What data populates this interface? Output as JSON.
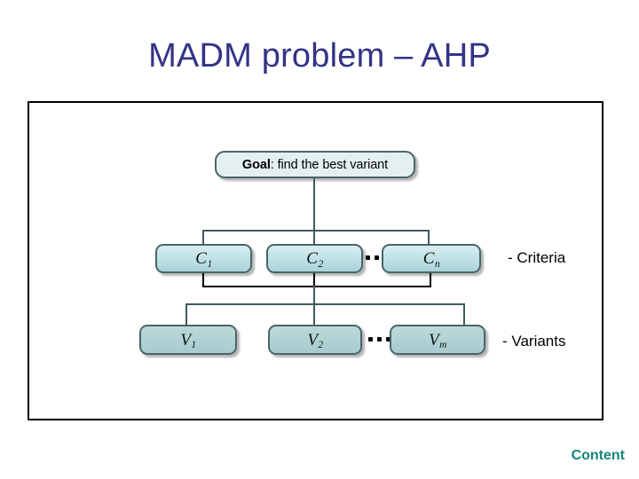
{
  "slide": {
    "title": "MADM problem – AHP",
    "footer_link": "Content",
    "title_color": "#333387",
    "footer_color": "#16857d",
    "frame_border_color": "#000000",
    "background": "#ffffff"
  },
  "diagram": {
    "type": "hierarchy-tree",
    "goal": {
      "label_bold": "Goal",
      "label_rest": ": find the best variant",
      "full_label": "Goal: find the best variant",
      "fill": "#e4eff0",
      "border": "#4a6569"
    },
    "levels": [
      {
        "name": "criteria",
        "side_label": "- Criteria",
        "fill_top": "#d9eef1",
        "fill_bottom": "#a9d3d8",
        "nodes": [
          {
            "base": "C",
            "sub": "1"
          },
          {
            "base": "C",
            "sub": "2"
          },
          {
            "base": "C",
            "sub": "n"
          }
        ],
        "ellipsis_after_index": 1
      },
      {
        "name": "variants",
        "side_label": "- Variants",
        "fill_top": "#bcd9da",
        "fill_bottom": "#a8cbcd",
        "nodes": [
          {
            "base": "V",
            "sub": "1"
          },
          {
            "base": "V",
            "sub": "2"
          },
          {
            "base": "V",
            "sub": "m"
          }
        ],
        "ellipsis_after_index": 1
      }
    ],
    "connector_color": "#3f5a5e",
    "connector_color_alt": "#000000"
  }
}
